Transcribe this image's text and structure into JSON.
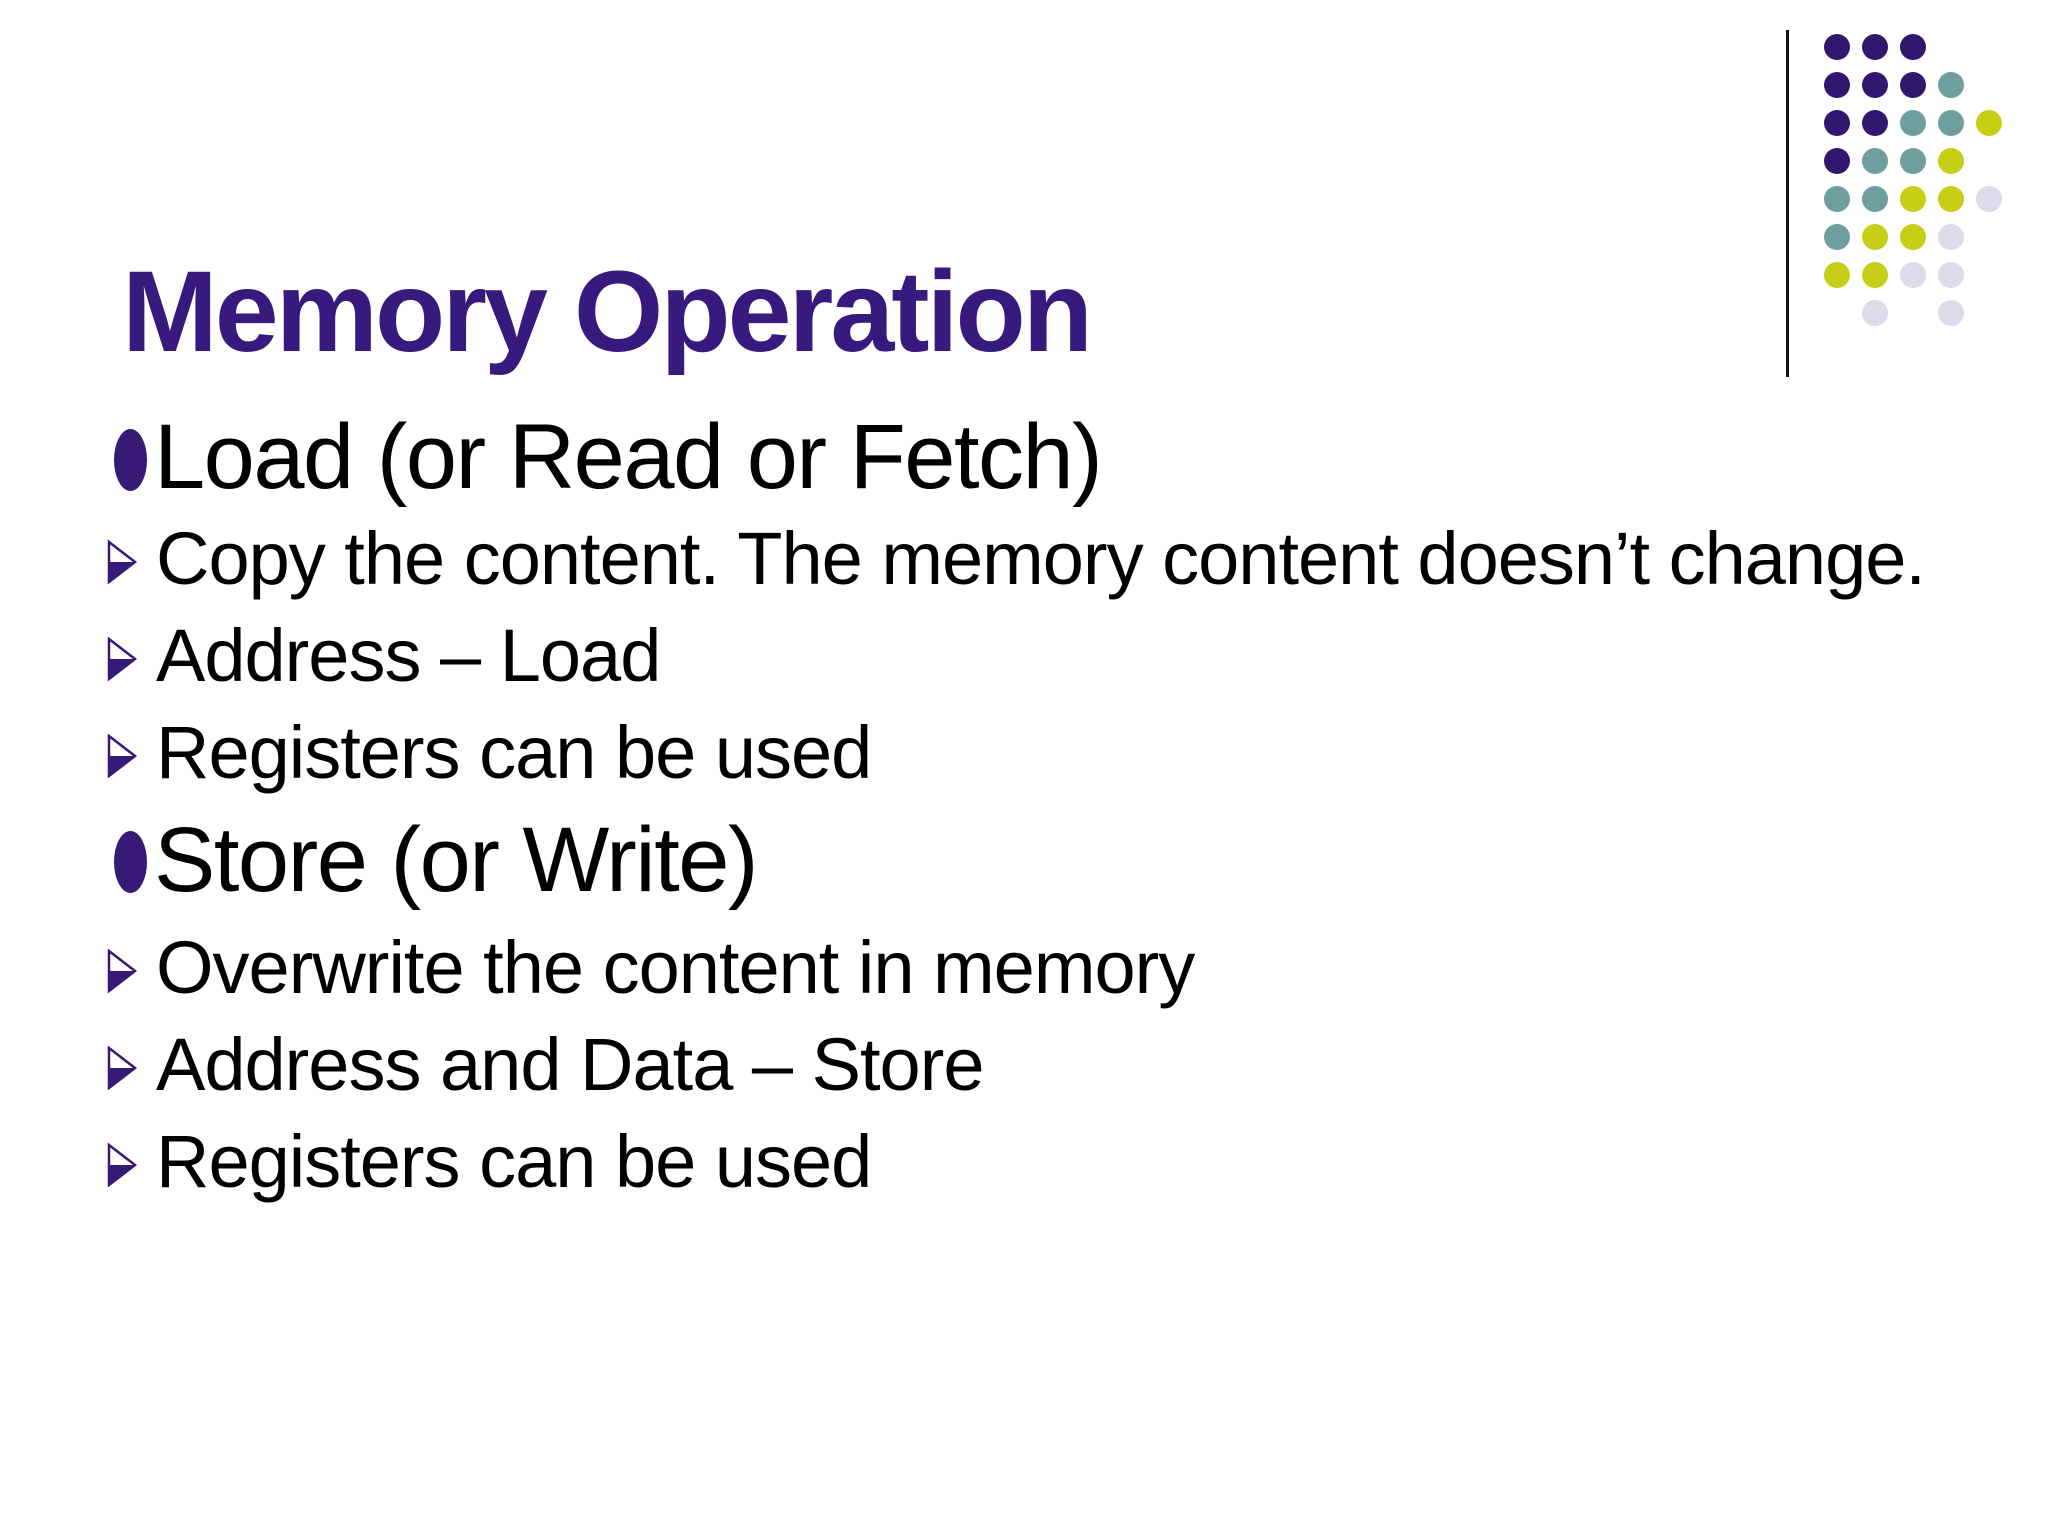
{
  "slide": {
    "title": "Memory Operation",
    "bullets": [
      {
        "level": 1,
        "text": "Load (or Read or Fetch)"
      },
      {
        "level": 2,
        "text": "Copy the content. The memory content doesn’t change."
      },
      {
        "level": 2,
        "text": "Address – Load"
      },
      {
        "level": 2,
        "text": "Registers can be used"
      },
      {
        "level": 1,
        "text": "Store (or Write)"
      },
      {
        "level": 2,
        "text": "Overwrite the content in memory"
      },
      {
        "level": 2,
        "text": "Address and Data – Store"
      },
      {
        "level": 2,
        "text": "Registers can be used"
      }
    ],
    "colors": {
      "title_purple": "#38197D",
      "bullet_purple": "#371A75",
      "body_text": "#000000",
      "line_black": "#111111"
    },
    "decoration": {
      "pattern": [
        "PPP..",
        "PPPT.",
        "PPTTY",
        "PTTY.",
        "TTYYL",
        "TYYL.",
        "YYLL.",
        ".L.L."
      ],
      "dot_colors": {
        "P": "#31186F",
        "T": "#6E9E9E",
        "Y": "#C6CE16",
        "L": "#DBDBE9"
      }
    }
  }
}
